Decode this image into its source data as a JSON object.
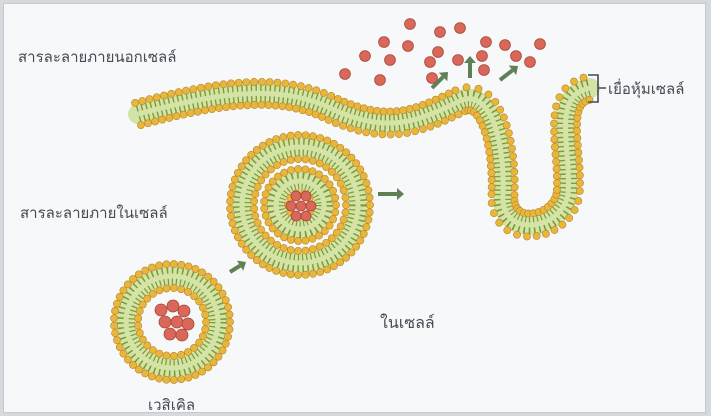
{
  "labels": {
    "outside_solution": "สารละลายภายนอกเซลล์",
    "membrane": "เยื่อหุ้มเซลล์",
    "inside_solution": "สารละลายภายในเซลล์",
    "inside_cell": "ในเซลล์",
    "vesicle": "เวสิเคิล"
  },
  "colors": {
    "head": "#e8b63a",
    "head_stroke": "#b9842a",
    "tail": "#7f9c3a",
    "core": "#d3e4a6",
    "molecule": "#d9685a",
    "molecule_stroke": "#a84336",
    "arrow": "#5f7f56",
    "text": "#454a55"
  }
}
